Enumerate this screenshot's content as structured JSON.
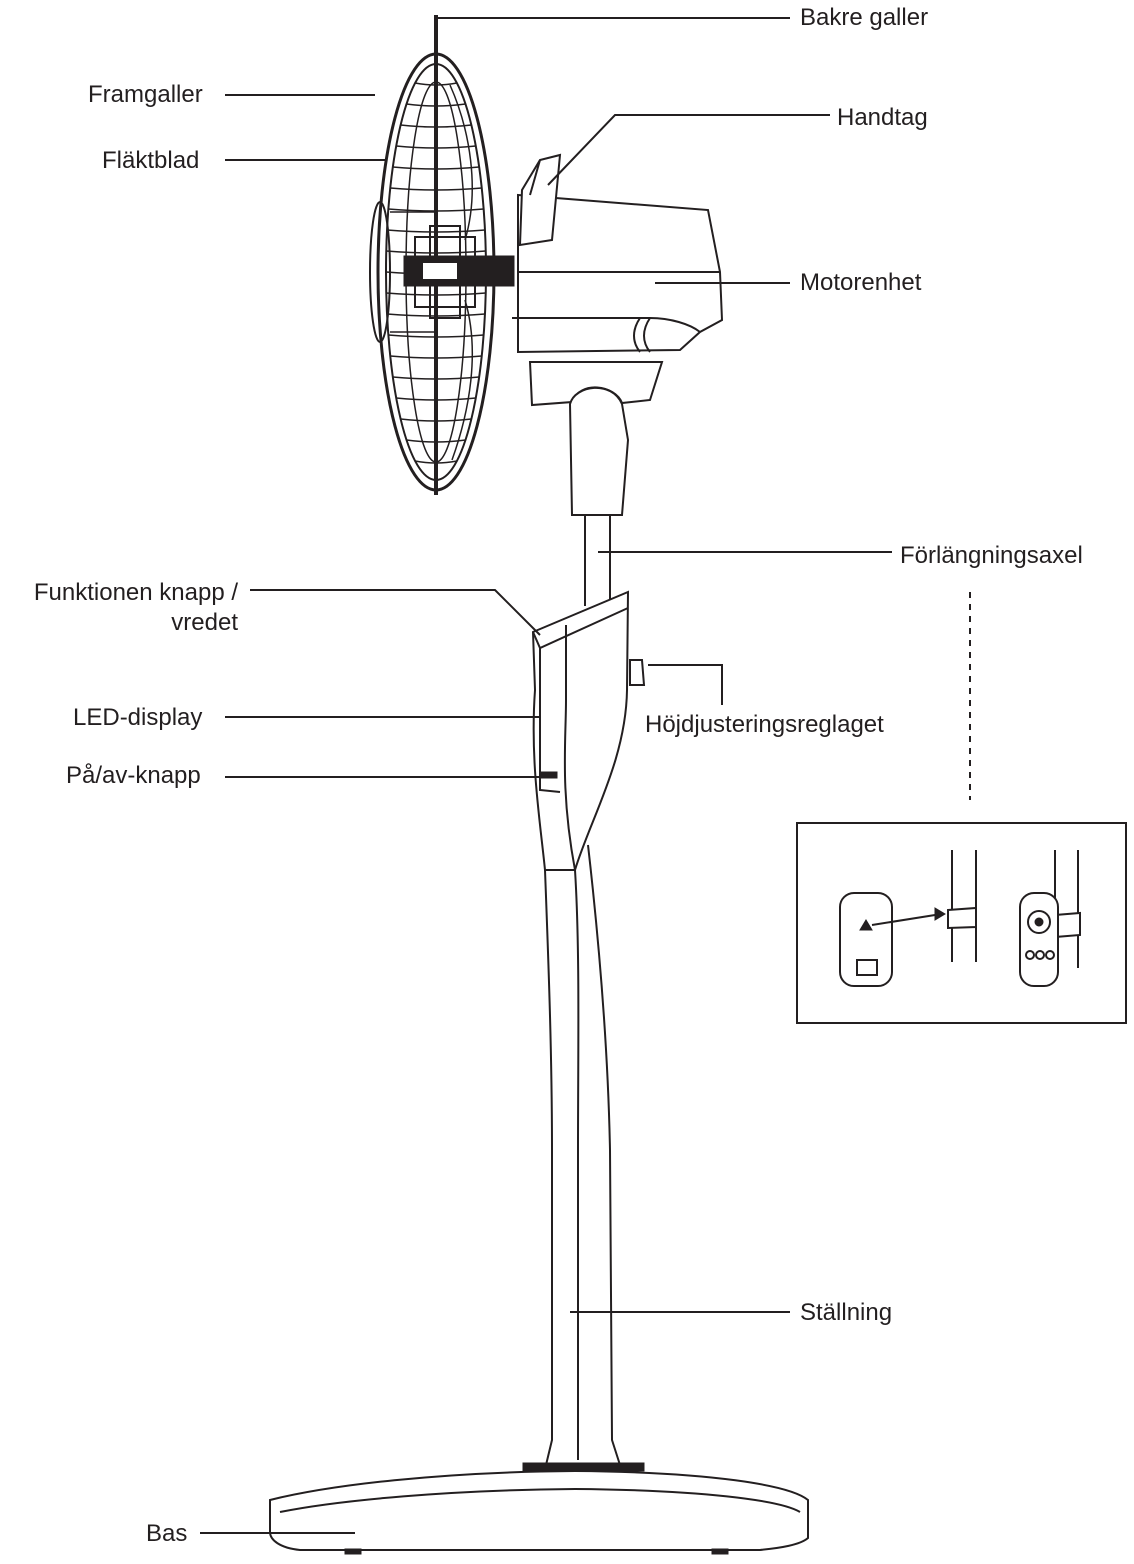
{
  "labels": {
    "rear_grille": "Bakre galler",
    "front_grille": "Framgaller",
    "handle": "Handtag",
    "fan_blade": "Fläktblad",
    "motor_unit": "Motorenhet",
    "extension_shaft": "Förlängningsaxel",
    "function_button_line1": "Funktionen knapp /",
    "function_button_line2": "vredet",
    "height_adjuster": "Höjdjusteringsreglaget",
    "led_display": "LED-display",
    "power_button": "På/av-knapp",
    "stand": "Ställning",
    "base": "Bas"
  }
}
